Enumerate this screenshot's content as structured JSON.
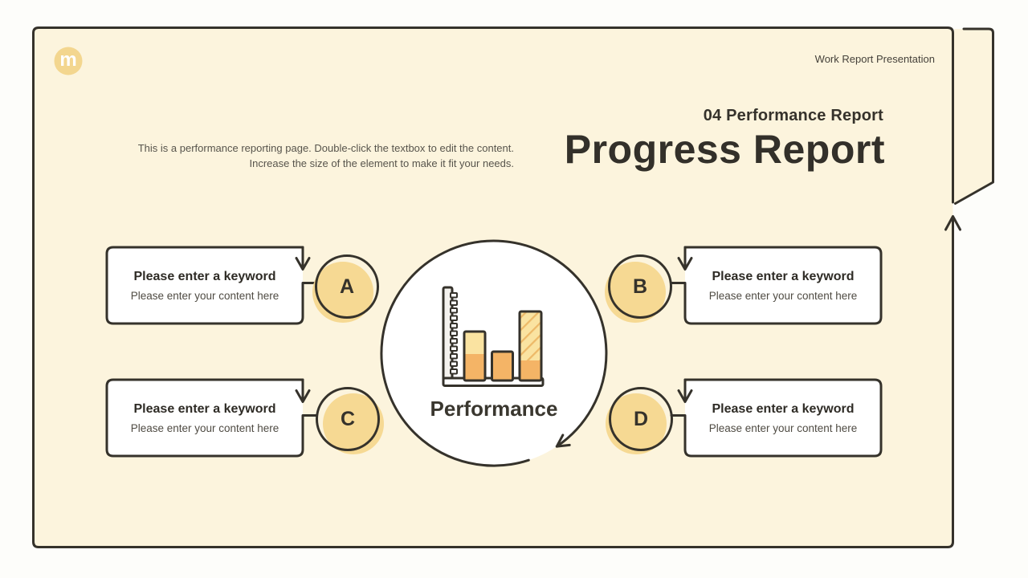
{
  "window": {
    "label": "Work Report Presentation"
  },
  "logo": {
    "letter": "m"
  },
  "header": {
    "section_title": "04 Performance Report",
    "main_title": "Progress Report",
    "description_line1": "This is a performance reporting page. Double-click the textbox to edit the content.",
    "description_line2": "Increase the size of the element to make it fit your needs."
  },
  "diagram": {
    "center_label": "Performance",
    "items": [
      {
        "letter": "A",
        "keyword": "Please enter a keyword",
        "content": "Please enter your content here"
      },
      {
        "letter": "B",
        "keyword": "Please enter a keyword",
        "content": "Please enter your content here"
      },
      {
        "letter": "C",
        "keyword": "Please enter a keyword",
        "content": "Please enter your content here"
      },
      {
        "letter": "D",
        "keyword": "Please enter a keyword",
        "content": "Please enter your content here"
      }
    ]
  },
  "colors": {
    "ink": "#35322b",
    "slide_fill": "#fcf4dd",
    "page_background": "#fdfdfa",
    "badge_yellow": "#f6d993",
    "logo_yellow": "#f3d68f",
    "bar_orange": "#f4b466",
    "bar_light_yellow": "#fae3a1",
    "hatch_stripe": "#edb968",
    "box_fill": "#ffffff"
  }
}
